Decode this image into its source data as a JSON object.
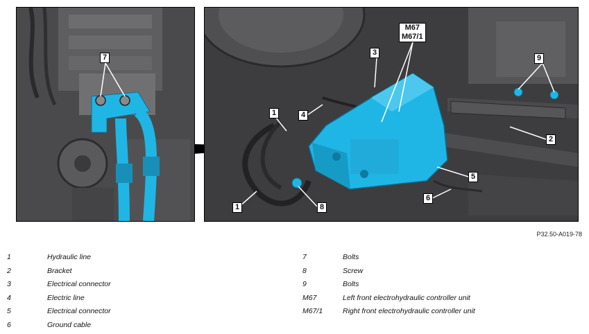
{
  "callouts": {
    "left_7": "7",
    "right_m67": "M67",
    "right_m671": "M67/1",
    "right_3": "3",
    "right_9": "9",
    "right_1a": "1",
    "right_4": "4",
    "right_2": "2",
    "right_5": "5",
    "right_6": "6",
    "right_1b": "1",
    "right_8": "8"
  },
  "reference_code": "P32.50-A019-78",
  "legend": {
    "left": [
      {
        "key": "1",
        "text": "Hydraulic line"
      },
      {
        "key": "2",
        "text": "Bracket"
      },
      {
        "key": "3",
        "text": "Electrical connector"
      },
      {
        "key": "4",
        "text": "Electric line"
      },
      {
        "key": "5",
        "text": "Electrical connector"
      },
      {
        "key": "6",
        "text": "Ground cable"
      }
    ],
    "right": [
      {
        "key": "7",
        "text": "Bolts"
      },
      {
        "key": "8",
        "text": "Screw"
      },
      {
        "key": "9",
        "text": "Bolts"
      },
      {
        "key": "M67",
        "text": "Left front electrohydraulic controller unit"
      },
      {
        "key": "M67/1",
        "text": "Right front electrohydraulic controller unit"
      }
    ]
  },
  "colors": {
    "highlight": "#1fb6e6",
    "background_dark": "#3a3a3c"
  }
}
